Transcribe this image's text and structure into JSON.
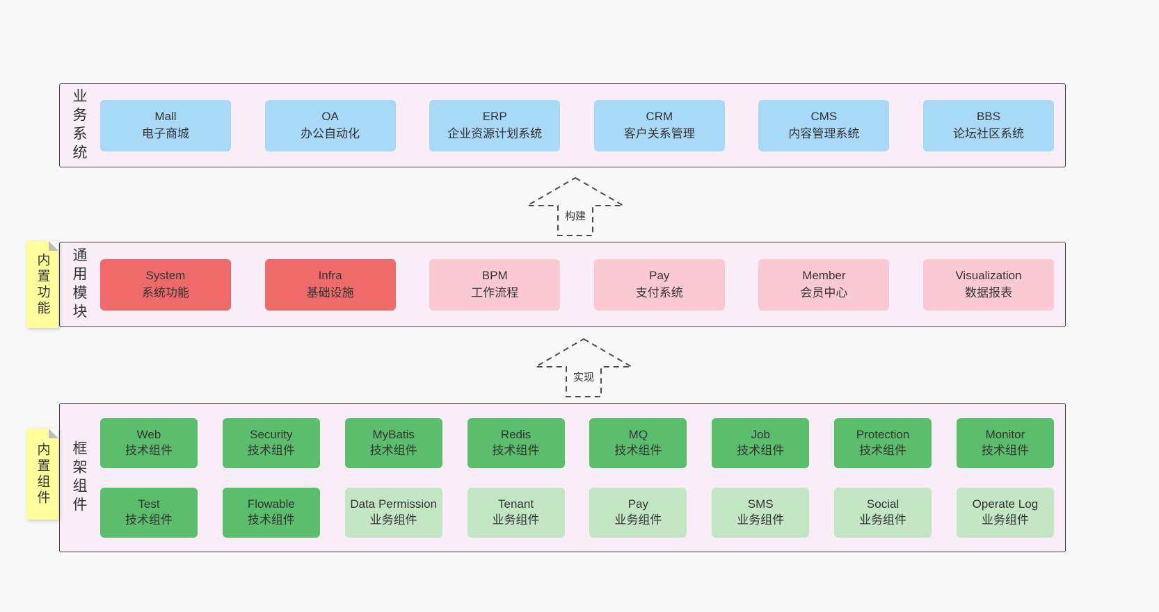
{
  "colors": {
    "blue": "#a8d9f6",
    "red": "#ef6b6b",
    "pink": "#fbc9d3",
    "green": "#5abe6c",
    "lightGreen": "#c4e6c5",
    "section_bg": "#f9eef8",
    "sticky_bg": "#feff9c",
    "border": "#414141",
    "arrow_stroke": "#4a4a4a"
  },
  "arrows": [
    {
      "label": "构建"
    },
    {
      "label": "实现"
    }
  ],
  "stickies": [
    {
      "label": "内置功能"
    },
    {
      "label": "内置组件"
    }
  ],
  "sections": [
    {
      "label": "业务系统",
      "rows": [
        [
          {
            "title": "Mall",
            "subtitle": "电子商城",
            "color": "blue"
          },
          {
            "title": "OA",
            "subtitle": "办公自动化",
            "color": "blue"
          },
          {
            "title": "ERP",
            "subtitle": "企业资源计划系统",
            "color": "blue"
          },
          {
            "title": "CRM",
            "subtitle": "客户关系管理",
            "color": "blue"
          },
          {
            "title": "CMS",
            "subtitle": "内容管理系统",
            "color": "blue"
          },
          {
            "title": "BBS",
            "subtitle": "论坛社区系统",
            "color": "blue"
          }
        ]
      ]
    },
    {
      "label": "通用模块",
      "rows": [
        [
          {
            "title": "System",
            "subtitle": "系统功能",
            "color": "red"
          },
          {
            "title": "Infra",
            "subtitle": "基础设施",
            "color": "red"
          },
          {
            "title": "BPM",
            "subtitle": "工作流程",
            "color": "pink"
          },
          {
            "title": "Pay",
            "subtitle": "支付系统",
            "color": "pink"
          },
          {
            "title": "Member",
            "subtitle": "会员中心",
            "color": "pink"
          },
          {
            "title": "Visualization",
            "subtitle": "数据报表",
            "color": "pink"
          }
        ]
      ]
    },
    {
      "label": "框架组件",
      "rows": [
        [
          {
            "title": "Web",
            "subtitle": "技术组件",
            "color": "green"
          },
          {
            "title": "Security",
            "subtitle": "技术组件",
            "color": "green"
          },
          {
            "title": "MyBatis",
            "subtitle": "技术组件",
            "color": "green"
          },
          {
            "title": "Redis",
            "subtitle": "技术组件",
            "color": "green"
          },
          {
            "title": "MQ",
            "subtitle": "技术组件",
            "color": "green"
          },
          {
            "title": "Job",
            "subtitle": "技术组件",
            "color": "green"
          },
          {
            "title": "Protection",
            "subtitle": "技术组件",
            "color": "green"
          },
          {
            "title": "Monitor",
            "subtitle": "技术组件",
            "color": "green"
          }
        ],
        [
          {
            "title": "Test",
            "subtitle": "技术组件",
            "color": "green"
          },
          {
            "title": "Flowable",
            "subtitle": "技术组件",
            "color": "green"
          },
          {
            "title": "Data Permission",
            "subtitle": "业务组件",
            "color": "lightGreen"
          },
          {
            "title": "Tenant",
            "subtitle": "业务组件",
            "color": "lightGreen"
          },
          {
            "title": "Pay",
            "subtitle": "业务组件",
            "color": "lightGreen"
          },
          {
            "title": "SMS",
            "subtitle": "业务组件",
            "color": "lightGreen"
          },
          {
            "title": "Social",
            "subtitle": "业务组件",
            "color": "lightGreen"
          },
          {
            "title": "Operate Log",
            "subtitle": "业务组件",
            "color": "lightGreen"
          }
        ]
      ]
    }
  ]
}
